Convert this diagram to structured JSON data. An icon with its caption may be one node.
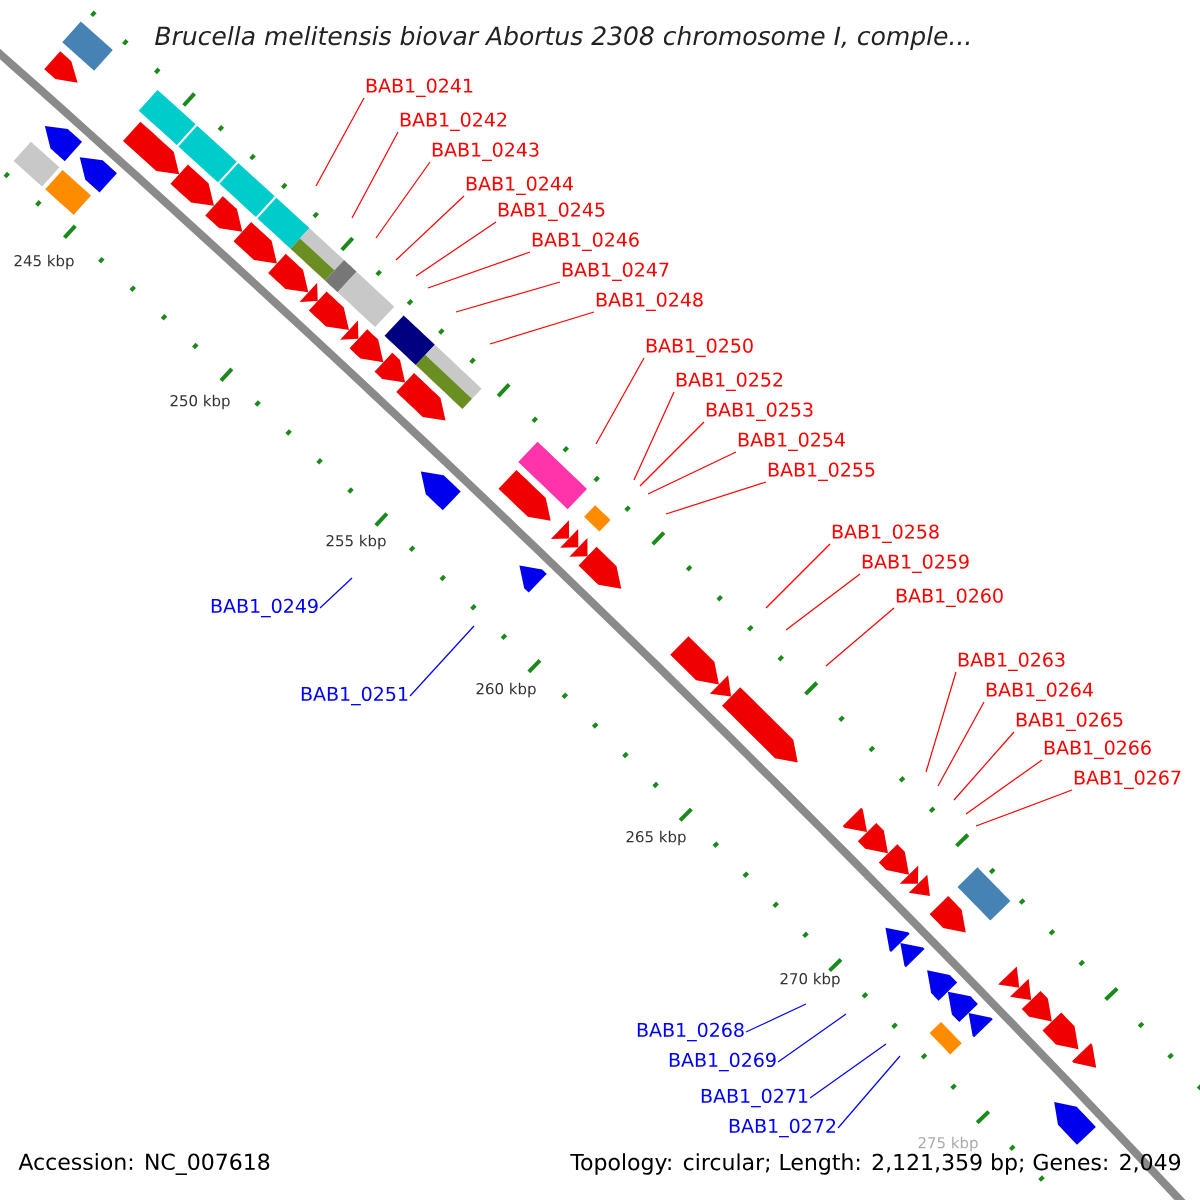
{
  "diagram": {
    "title": "Brucella melitensis biovar Abortus 2308 chromosome I, comple...",
    "nodes": [
      {
        "text": [
          "BAB1_0241"
        ]
      },
      {
        "text": [
          "BAB1_0242"
        ]
      },
      {
        "text": [
          "BAB1_0243"
        ]
      },
      {
        "text": [
          "BAB1_0244"
        ]
      },
      {
        "text": [
          "BAB1_0245"
        ]
      },
      {
        "text": [
          "BAB1_0246"
        ]
      },
      {
        "text": [
          "BAB1_0247"
        ]
      },
      {
        "text": [
          "BAB1_0248"
        ]
      },
      {
        "text": [
          "BAB1_0250"
        ]
      },
      {
        "text": [
          "BAB1_0252"
        ]
      },
      {
        "text": [
          "BAB1_0253"
        ]
      },
      {
        "text": [
          "BAB1_0254"
        ]
      },
      {
        "text": [
          "BAB1_0255"
        ]
      },
      {
        "text": [
          "BAB1_0258"
        ]
      },
      {
        "text": [
          "BAB1_0259"
        ]
      },
      {
        "text": [
          "BAB1_0260"
        ]
      },
      {
        "text": [
          "BAB1_0249"
        ]
      },
      {
        "text": [
          "BAB1_0263"
        ]
      },
      {
        "text": [
          "BAB1_0264"
        ]
      },
      {
        "text": [
          "BAB1_0251"
        ]
      },
      {
        "text": [
          "BAB1_0265"
        ]
      },
      {
        "text": [
          "BAB1_0266"
        ]
      },
      {
        "text": [
          "BAB1_0267"
        ]
      },
      {
        "text": [
          "BAB1_0268"
        ]
      },
      {
        "text": [
          "BAB1_0269"
        ]
      },
      {
        "text": [
          "BAB1_0271"
        ]
      },
      {
        "text": [
          "BAB1_0272"
        ]
      }
    ],
    "edges": [
      {
        "from": 0,
        "to": null,
        "arrow": "none"
      },
      {
        "from": 1,
        "to": null,
        "arrow": "none"
      },
      {
        "from": 2,
        "to": null,
        "arrow": "none"
      },
      {
        "from": 3,
        "to": null,
        "arrow": "none"
      },
      {
        "from": 4,
        "to": null,
        "arrow": "none"
      },
      {
        "from": 5,
        "to": null,
        "arrow": "none"
      },
      {
        "from": 6,
        "to": null,
        "arrow": "none"
      },
      {
        "from": 7,
        "to": null,
        "arrow": "none"
      },
      {
        "from": 8,
        "to": null,
        "arrow": "none"
      },
      {
        "from": 9,
        "to": null,
        "arrow": "none"
      },
      {
        "from": 10,
        "to": null,
        "arrow": "none"
      },
      {
        "from": 11,
        "to": null,
        "arrow": "none"
      },
      {
        "from": 12,
        "to": null,
        "arrow": "none"
      },
      {
        "from": 13,
        "to": null,
        "arrow": "none"
      },
      {
        "from": 14,
        "to": null,
        "arrow": "none"
      },
      {
        "from": 15,
        "to": null,
        "arrow": "none"
      },
      {
        "from": 16,
        "to": null,
        "arrow": "none",
        "color": "#0000ff"
      },
      {
        "from": 17,
        "to": null,
        "arrow": "none"
      },
      {
        "from": 18,
        "to": null,
        "arrow": "none"
      },
      {
        "from": 19,
        "to": null,
        "arrow": "none",
        "color": "#0000ff"
      },
      {
        "from": 20,
        "to": null,
        "arrow": "none"
      },
      {
        "from": 21,
        "to": null,
        "arrow": "none"
      },
      {
        "from": 22,
        "to": null,
        "arrow": "none"
      },
      {
        "from": 23,
        "to": null,
        "arrow": "none",
        "color": "#0000ff"
      },
      {
        "from": 24,
        "to": null,
        "arrow": "none",
        "color": "#0000ff"
      },
      {
        "from": 25,
        "to": null,
        "arrow": "none",
        "color": "#0000ff"
      },
      {
        "from": 26,
        "to": null,
        "arrow": "none",
        "color": "#0000ff"
      }
    ],
    "labels": [
      "245 kbp",
      "250 kbp",
      "255 kbp",
      "260 kbp",
      "265 kbp",
      "270 kbp",
      "275 kbp",
      "Accession: NC_007618",
      "Topology: circular; Length: 2,121,359 bp; Genes: 2,049"
    ]
  }
}
